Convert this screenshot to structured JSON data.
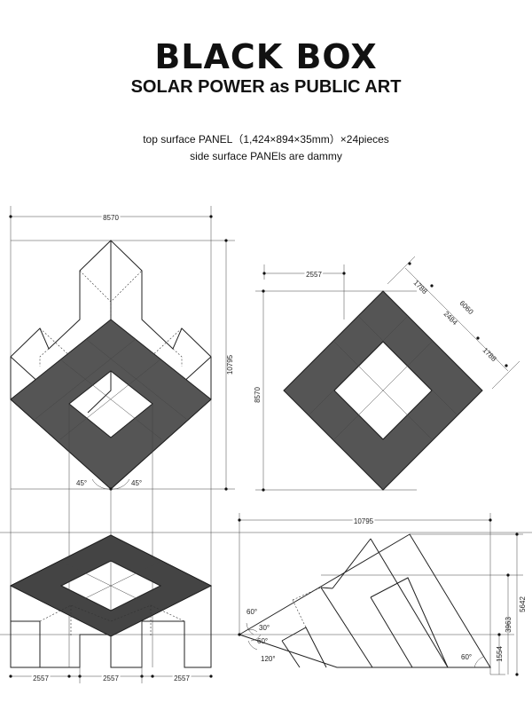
{
  "header": {
    "title": "BLACK BOX",
    "subtitle": "SOLAR POWER as PUBLIC ART"
  },
  "spec": {
    "line1": "top surface PANEL（1,424×894×35mm）×24pieces",
    "line2": "side surface PANEls are dammy"
  },
  "drawing_elevation": {
    "width": "8570",
    "height": "10795",
    "angle_left": "45°",
    "angle_right": "45°"
  },
  "drawing_plan": {
    "offset": "2557",
    "height": "8570",
    "seg_a": "1788",
    "seg_total": "6060",
    "seg_mid": "2484",
    "seg_b": "1788"
  },
  "drawing_front": {
    "span1": "2557",
    "span2": "2557",
    "span3": "2557"
  },
  "drawing_side": {
    "width": "10795",
    "height_total": "5642",
    "height_mid": "3963",
    "height_low": "1554",
    "angle_top": "60°",
    "angle_30": "30°",
    "angle_60": "60°",
    "angle_120": "120°",
    "angle_bottom": "60°"
  }
}
